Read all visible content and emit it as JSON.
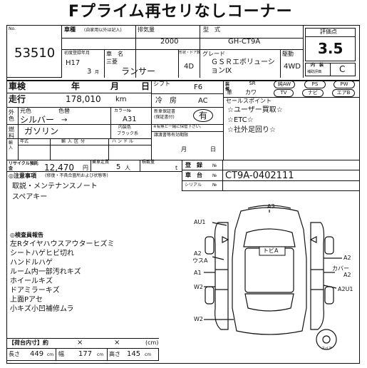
{
  "title": "Fプライム再セリなしコーナー",
  "lot": {
    "label": "No.",
    "number": "53510"
  },
  "header_labels": {
    "registration": "車種",
    "registration_note": "(自家用以外は記入)",
    "displacement": "排気量",
    "model_type": "型　式",
    "first_reg": "初度登録年月",
    "car_name": "車　名",
    "doors": "形状・ドア数",
    "grade": "グレード",
    "drive": "駆動",
    "score": "評価点",
    "interior": "内　装",
    "interior_sub": "補助評価"
  },
  "vehicle": {
    "displacement": "2000",
    "model_type": "GH-CT9A",
    "year": "H17",
    "month": "3",
    "month_unit": "月",
    "maker": "三菱",
    "car_name": "ランサー",
    "doors": "4D",
    "grade": "ＧＳＲエボリューションⅨ",
    "drive": "4WD",
    "score": "3.5",
    "interior_grade": "C"
  },
  "inspection": {
    "label": "車検",
    "year": "年",
    "month": "月",
    "day": "日",
    "shift_label": "シフト",
    "shift": "F6",
    "mileage_label": "走行",
    "mileage": "178,010",
    "mileage_unit": "km",
    "ac_label": "冷　房",
    "ac": "AC"
  },
  "equipment": {
    "label": "装備",
    "row1": [
      "SR",
      "純AW",
      "PS",
      "PW"
    ],
    "row2": [
      "革",
      "カワ",
      "TV",
      "ナビ",
      "エアB"
    ]
  },
  "color": {
    "label_ext": "外色",
    "original": "元色",
    "color_label": "色替",
    "code_label": "カラー№",
    "value": "シルバー",
    "arrow": "→",
    "code": "A31"
  },
  "manual": {
    "label": "新車保証書",
    "note": "(保証書付)",
    "status": "有",
    "warning": "※有無と一緒に保管下さい。"
  },
  "fuel": {
    "label": "燃料",
    "value": "ガソリン",
    "interior_color": "内装色",
    "interior_value": "ブラック系"
  },
  "import": {
    "label": "輸入",
    "year_label": "年式",
    "category": "輸入区分",
    "handle": "ハンドル"
  },
  "expiry": {
    "label": "譲渡書等有効期限",
    "month": "月",
    "day": "日"
  },
  "sale_points": {
    "label": "セールスポイント",
    "items": [
      "☆ユーザー買取☆",
      "☆ETC☆",
      "☆社外足回り☆"
    ]
  },
  "recycle": {
    "label": "リサイクル預託金",
    "amount": "12,470",
    "unit": "円",
    "capacity_label": "乗車定員",
    "capacity": "5",
    "capacity_unit": "人",
    "load_label": "積載量",
    "load_unit": "t"
  },
  "numbers": {
    "reg_label": "登　録",
    "reg_no": "№",
    "chassis_label": "車　台",
    "chassis_no": "№",
    "chassis": "CT9A-0402111",
    "serial_label": "シリアル",
    "serial_no": "№"
  },
  "notes": {
    "label": "◎注意事項",
    "sub": "(修復・不具合箇所および状態等)",
    "lines": [
      "取説・メンテナンスノート",
      "スペアキー"
    ]
  },
  "inspector": {
    "label": "◎検査員報告",
    "lines": [
      "左Rタイヤハウスアウターヒズミ",
      "シートハゲヒビ切れ",
      "ハンドルハゲ",
      "ルーム内一部汚れキズ",
      "ホイールキズ",
      "ドアミラーキズ",
      "上面Pアセ",
      "小キズ小凹補修ムラ"
    ]
  },
  "diagram": {
    "labels": {
      "a3": "A3",
      "au1": "AU1",
      "tobi": "トビA",
      "a2_left": "A2",
      "usua": "ウスA",
      "a1": "A1",
      "w2_left": "W2",
      "w2_bottom": "W2",
      "a2_right": "A2",
      "kaba": "カバー",
      "a2_right2": "A2",
      "a2u1": "A2U1",
      "spare": "スペア"
    }
  },
  "cargo": {
    "label": "【荷台内寸】約",
    "x1": "×",
    "x2": "×",
    "unit": "(cm)",
    "length_label": "長さ",
    "length": "449",
    "width_label": "幅",
    "width": "177",
    "height_label": "高さ",
    "height": "145",
    "cm": "cm"
  }
}
